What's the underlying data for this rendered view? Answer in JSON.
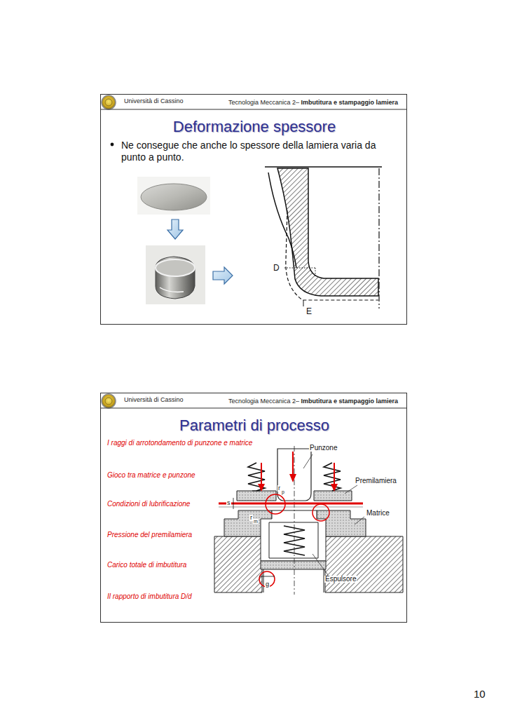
{
  "diagram": {
    "nodes": [
      {
        "text": [
          "Università di Cassino",
          "Tecnologia Meccanica 2–",
          "Imbutitura e stampaggio lamiera",
          "Deformazione spessore",
          "Ne consegue che anche lo spessore della lamiera varia da punto a punto."
        ]
      },
      {
        "text": [
          "Università di Cassino",
          "Tecnologia Meccanica 2–",
          "Imbutitura e stampaggio lamiera",
          "Parametri di processo",
          "I raggi di arrotondamento di punzone e matrice",
          "Gioco tra matrice e punzone",
          "Condizioni di lubrificazione",
          "Pressione del premilamiera",
          "Carico totale di imbutitura",
          "Il rapporto di imbutitura D/d"
        ]
      }
    ],
    "labels": [
      "D",
      "E",
      "Punzone",
      "Premilamiera",
      "Matrice",
      "Espulsore",
      "r",
      "p",
      "s",
      "r",
      "m",
      "g",
      "10"
    ]
  }
}
